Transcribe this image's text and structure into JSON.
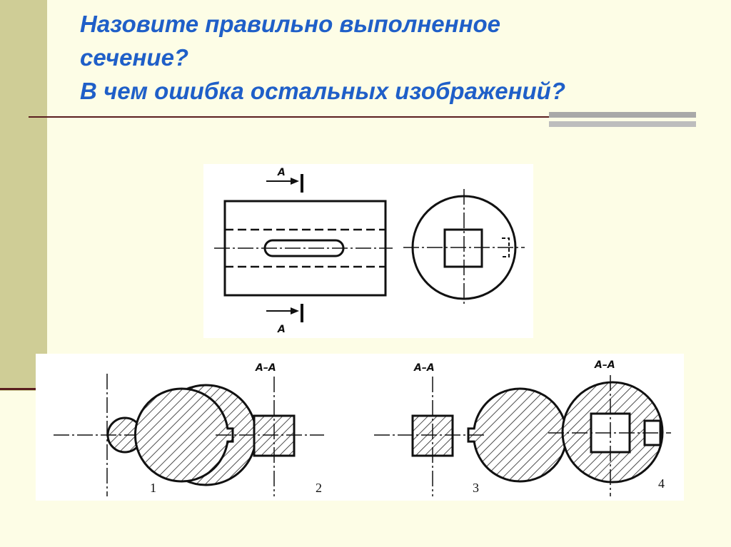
{
  "slide": {
    "title_lines": [
      "Назовите правильно выполненное",
      "сечение?",
      "В чем ошибка остальных изображений?"
    ]
  },
  "drawing": {
    "cut_label_top": "А",
    "cut_label_bottom": "А"
  },
  "sections": [
    {
      "number": "1",
      "caption": ""
    },
    {
      "number": "2",
      "caption": "А–А"
    },
    {
      "number": "3",
      "caption": "А–А"
    },
    {
      "number": "4",
      "caption": "А–А"
    }
  ]
}
